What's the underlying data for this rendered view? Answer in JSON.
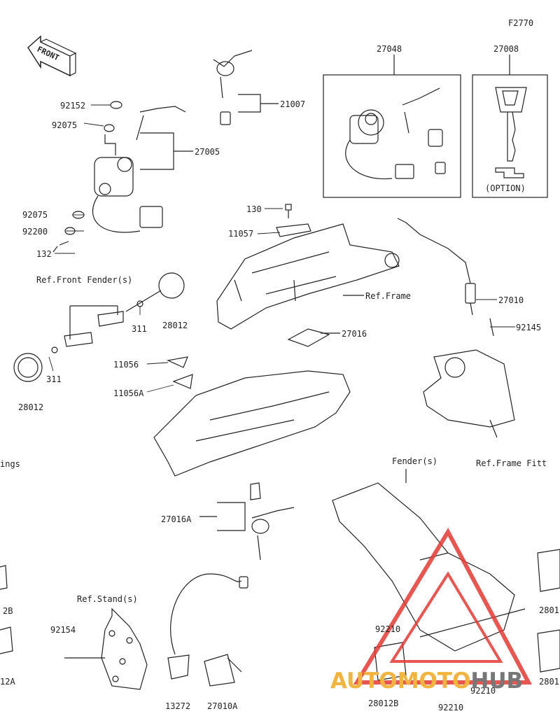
{
  "figure_code": "F2770",
  "front_label": "FRONT",
  "parts": {
    "p27048": "27048",
    "p27008": "27008",
    "option": "(OPTION)",
    "p21007": "21007",
    "p92152": "92152",
    "p92075a": "92075",
    "p27005": "27005",
    "p92075b": "92075",
    "p92200": "92200",
    "p132": "132",
    "p130": "130",
    "p11057": "11057",
    "ref_frame": "Ref.Frame",
    "ref_front_fender": "Ref.Front Fender(s)",
    "p311a": "311",
    "p28012a": "28012",
    "p27016": "27016",
    "p27010": "27010",
    "p92145": "92145",
    "p11056": "11056",
    "p11056a": "11056A",
    "p311b": "311",
    "p28012b": "28012",
    "ref_frame_fitt": "Ref.Frame Fitt",
    "ref_rear_fender": "Fender(s)",
    "ings": "ings",
    "p27016a": "27016A",
    "ref_stand": "Ref.Stand(s)",
    "p2b": "2B",
    "p92154": "92154",
    "p92210a": "92210",
    "p2801a": "2801",
    "p12a": "12A",
    "p13272": "13272",
    "p27010a": "27010A",
    "p28012b2": "28012B",
    "p92210b": "92210",
    "p92210c": "92210",
    "p2801b": "2801"
  },
  "watermark": {
    "part1": "AUTOMOTO",
    "part2": "HUB"
  },
  "colors": {
    "line": "#222222",
    "watermark_red": "#e53935",
    "watermark_orange": "#f2b441",
    "watermark_gray": "#777777"
  }
}
